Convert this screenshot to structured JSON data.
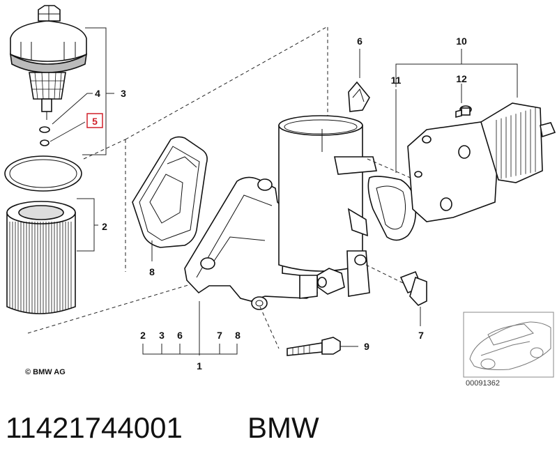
{
  "labels": {
    "l1": "1",
    "l2": "2",
    "l3": "3",
    "l4": "4",
    "l5": "5",
    "l6": "6",
    "l7": "7",
    "l8": "8",
    "l9": "9",
    "l10": "10",
    "l11": "11",
    "l12": "12",
    "g2": "2",
    "g3": "3",
    "g6": "6",
    "g7": "7",
    "g8": "8"
  },
  "copyright": "© BMW AG",
  "diagram_number": "00091362",
  "part_number": "11421744001",
  "brand": "BMW",
  "colors": {
    "highlight": "#d0202a",
    "line": "#111111"
  }
}
